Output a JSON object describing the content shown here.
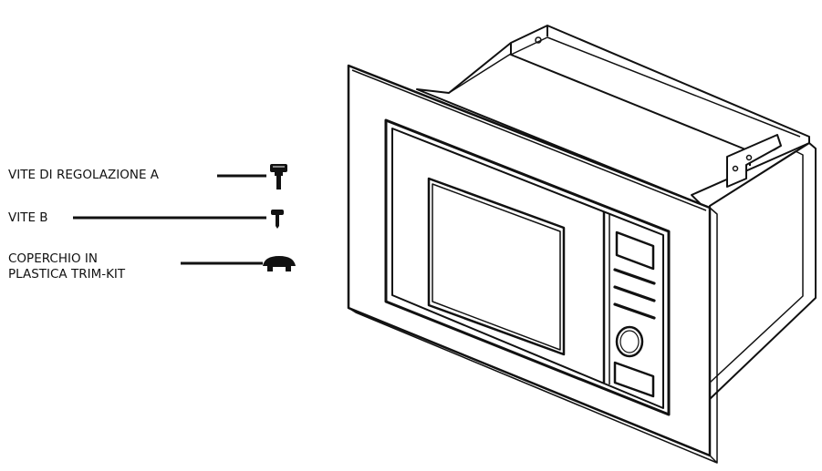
{
  "parts": {
    "screw_a": {
      "label": "VITE DI REGOLAZIONE A",
      "icon": "thumb-screw-icon"
    },
    "screw_b": {
      "label": "VITE B",
      "icon": "screw-icon"
    },
    "cap": {
      "label_line1": "COPERCHIO IN",
      "label_line2": "PLASTICA TRIM-KIT",
      "icon": "plastic-cap-icon"
    }
  },
  "appliance": {
    "name_icon": "built-in-microwave-icon",
    "line_color": "#111111",
    "background": "#ffffff"
  }
}
